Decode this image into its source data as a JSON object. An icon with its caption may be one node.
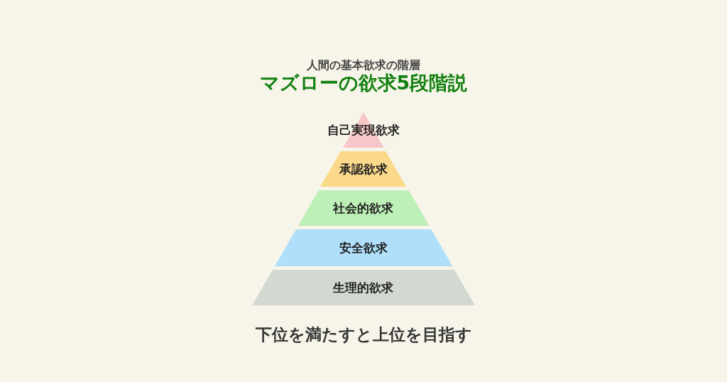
{
  "diagram": {
    "title": "マズローの欲求5段階説",
    "caption": "下位を満たすと上位を目指す",
    "nodes": [
      {
        "text": [
          "自己実現欲求"
        ]
      },
      {
        "text": [
          "承認欲求"
        ]
      },
      {
        "text": [
          "社会的欲求"
        ]
      },
      {
        "text": [
          "安全欲求"
        ]
      },
      {
        "text": [
          "生理的欲求"
        ]
      }
    ],
    "labels": [
      "人間の基本欲求の階層"
    ]
  }
}
